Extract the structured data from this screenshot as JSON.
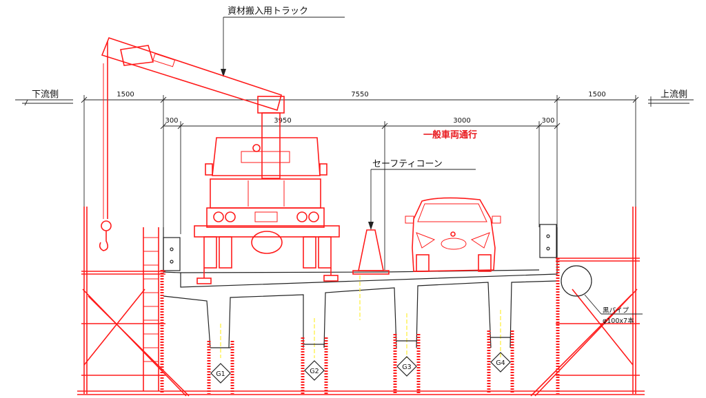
{
  "labels": {
    "truck": "資材搬入用トラック",
    "downstream": "下流側",
    "upstream": "上流側",
    "traffic": "一般車両通行",
    "cone": "セーフティコーン",
    "pipe_name": "黒パイプ",
    "pipe_spec": "φ100x7本"
  },
  "dimensions": {
    "left_overhang": "1500",
    "total": "7550",
    "right_overhang": "1500",
    "left_curb": "300",
    "left_lane": "3950",
    "right_lane": "3000",
    "right_curb": "300"
  },
  "girders": [
    "G1",
    "G2",
    "G3",
    "G4"
  ],
  "colors": {
    "scaffold": "#ff1a1a",
    "lines": "#222222",
    "centerline": "#ffee33"
  }
}
